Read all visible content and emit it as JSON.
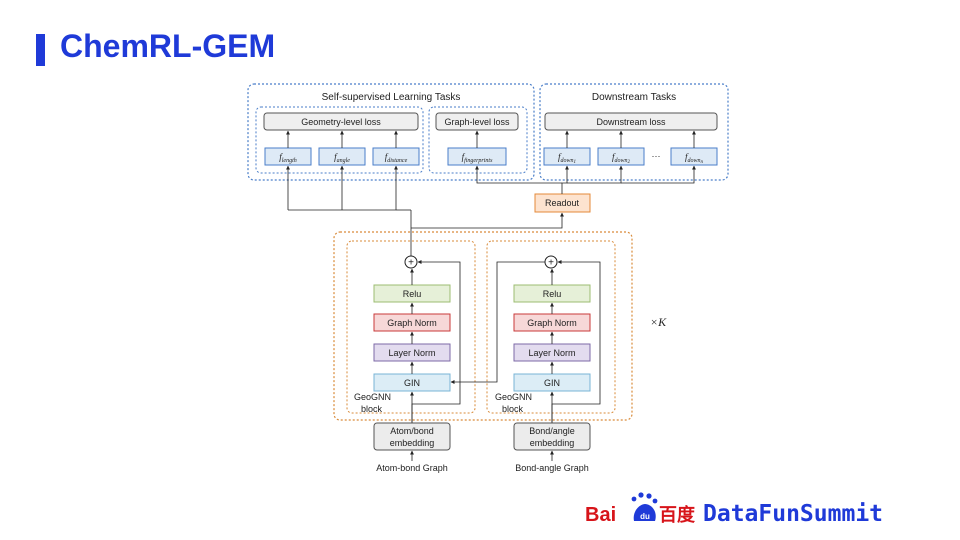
{
  "slide": {
    "title": "ChemRL-GEM"
  },
  "ssl": {
    "title": "Self-supervised Learning Tasks",
    "geometry_loss": "Geometry-level loss",
    "graph_loss": "Graph-level loss",
    "f_length": {
      "base": "f",
      "sub": "length"
    },
    "f_angle": {
      "base": "f",
      "sub": "angle"
    },
    "f_distance": {
      "base": "f",
      "sub": "distance"
    },
    "f_fingerprints": {
      "base": "f",
      "sub": "fingerprints"
    }
  },
  "downstream": {
    "title": "Downstream Tasks",
    "loss": "Downstream loss",
    "f_down1": {
      "base": "f",
      "sub": "down",
      "subsub": "1"
    },
    "f_down2": {
      "base": "f",
      "sub": "down",
      "subsub": "2"
    },
    "ellipsis": "···",
    "f_downn": {
      "base": "f",
      "sub": "down",
      "subsub": "n"
    }
  },
  "readout": "Readout",
  "left_block": {
    "relu": "Relu",
    "graph_norm": "Graph Norm",
    "layer_norm": "Layer Norm",
    "gin": "GIN",
    "label_line1": "GeoGNN",
    "label_line2": "block",
    "embed_line1": "Atom/bond",
    "embed_line2": "embedding",
    "input": "Atom-bond Graph"
  },
  "right_block": {
    "relu": "Relu",
    "graph_norm": "Graph Norm",
    "layer_norm": "Layer Norm",
    "gin": "GIN",
    "label_line1": "GeoGNN",
    "label_line2": "block",
    "embed_line1": "Bond/angle",
    "embed_line2": "embedding",
    "input": "Bond-angle Graph"
  },
  "repeat": "×K",
  "plus": "+",
  "logo": {
    "baidu_left": "Bai",
    "baidu_du": "du",
    "baidu_cn": "百度",
    "datafun": "DataFunSummit"
  },
  "colors": {
    "title": "#1f3ad8",
    "blue_dotted": "#4a7ec9",
    "orange_dotted": "#d98b3a",
    "relu_fill": "#e6f0d8",
    "relu_stroke": "#9cbd72",
    "gnorm_fill": "#f7d8d8",
    "gnorm_stroke": "#c83a3a",
    "lnorm_fill": "#e3dcef",
    "lnorm_stroke": "#7e6aa7",
    "gin_fill": "#dcedf6",
    "gin_stroke": "#78b4d6",
    "f_fill": "#deeaf6",
    "f_stroke": "#4a7ec9",
    "loss_fill": "#efefef",
    "loss_stroke": "#555555",
    "readout_fill": "#fde3cf",
    "readout_stroke": "#e48a3a",
    "embed_fill": "#ececec",
    "embed_stroke": "#555555",
    "logo_red": "#d7141a"
  }
}
